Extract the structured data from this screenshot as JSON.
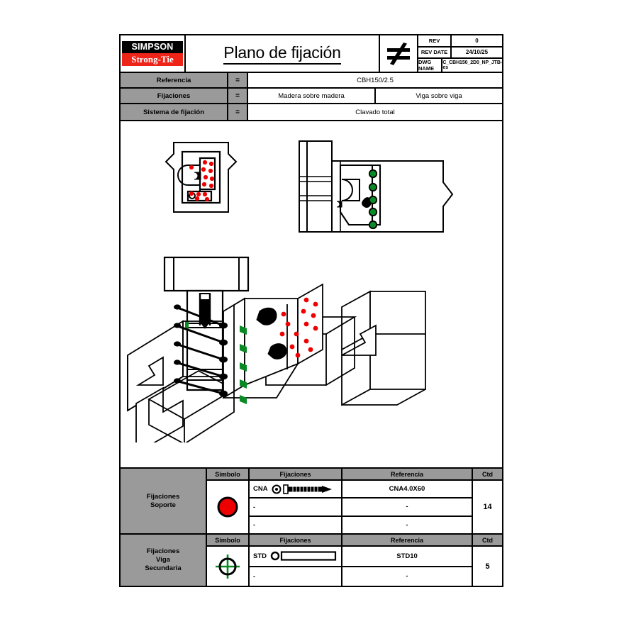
{
  "titleblock": {
    "logo_top": "SIMPSON",
    "logo_bottom": "Strong-Tie",
    "title": "Plano de fijación",
    "rev_symbol_name": "not-equal-symbol",
    "rows": [
      {
        "key": "REV",
        "value": "0"
      },
      {
        "key": "REV DATE",
        "value": "24/10/25"
      },
      {
        "key": "DWG NAME",
        "value": "C_CBH150_2D0_NP_JTB-es"
      }
    ]
  },
  "specs": [
    {
      "label": "Referencia",
      "eq": "=",
      "values": [
        "CBH150/2.5"
      ]
    },
    {
      "label": "Fijaciones",
      "eq": "=",
      "values": [
        "Madera sobre madera",
        "Viga sobre viga"
      ]
    },
    {
      "label": "Sistema de fijación",
      "eq": "=",
      "values": [
        "Clavado total"
      ]
    }
  ],
  "fastener_tables": [
    {
      "name": "Fijaciones\nSoporte",
      "name_lines": [
        "Fijaciones",
        "Soporte"
      ],
      "symbol": "red-filled-circle",
      "symbol_color": "#ee0000",
      "headers": [
        "Símbolo",
        "Fijaciones",
        "Referencia",
        "Ctd"
      ],
      "rows": [
        {
          "fijacion": "CNA",
          "icon": "ring-shank-nail-icon",
          "referencia": "CNA4.0X60"
        },
        {
          "fijacion": "-",
          "icon": "",
          "referencia": "-"
        },
        {
          "fijacion": "-",
          "icon": "",
          "referencia": "-"
        }
      ],
      "ctd": "14"
    },
    {
      "name": "Fijaciones Viga Secundaria",
      "name_lines": [
        "Fijaciones",
        "Viga",
        "Secundaria"
      ],
      "symbol": "green-crosshair-circle",
      "symbol_color": "#0a8a24",
      "headers": [
        "Símbolo",
        "Fijaciones",
        "Referencia",
        "Ctd"
      ],
      "rows": [
        {
          "fijacion": "STD",
          "icon": "dowel-icon",
          "referencia": "STD10"
        },
        {
          "fijacion": "-",
          "icon": "",
          "referencia": "-"
        }
      ],
      "ctd": "5"
    }
  ],
  "drawing": {
    "views": [
      {
        "name": "plan-view-top-left",
        "fastener_color": "#ee0000",
        "fastener_count": 14
      },
      {
        "name": "side-elevation-top-right",
        "fastener_color": "#0a8a24",
        "fastener_count": 5
      },
      {
        "name": "front-elevation-bottom-left",
        "fastener_color": "#0a8a24"
      },
      {
        "name": "isometric-assembly-bottom-right",
        "fastener_colors": [
          "#ee0000",
          "#0a8a24"
        ]
      }
    ]
  },
  "colors": {
    "brand_red": "#ee2419",
    "fastener_red": "#ee0000",
    "fastener_green": "#0a8a24",
    "header_grey": "#9a9a9a",
    "line_black": "#000000"
  }
}
